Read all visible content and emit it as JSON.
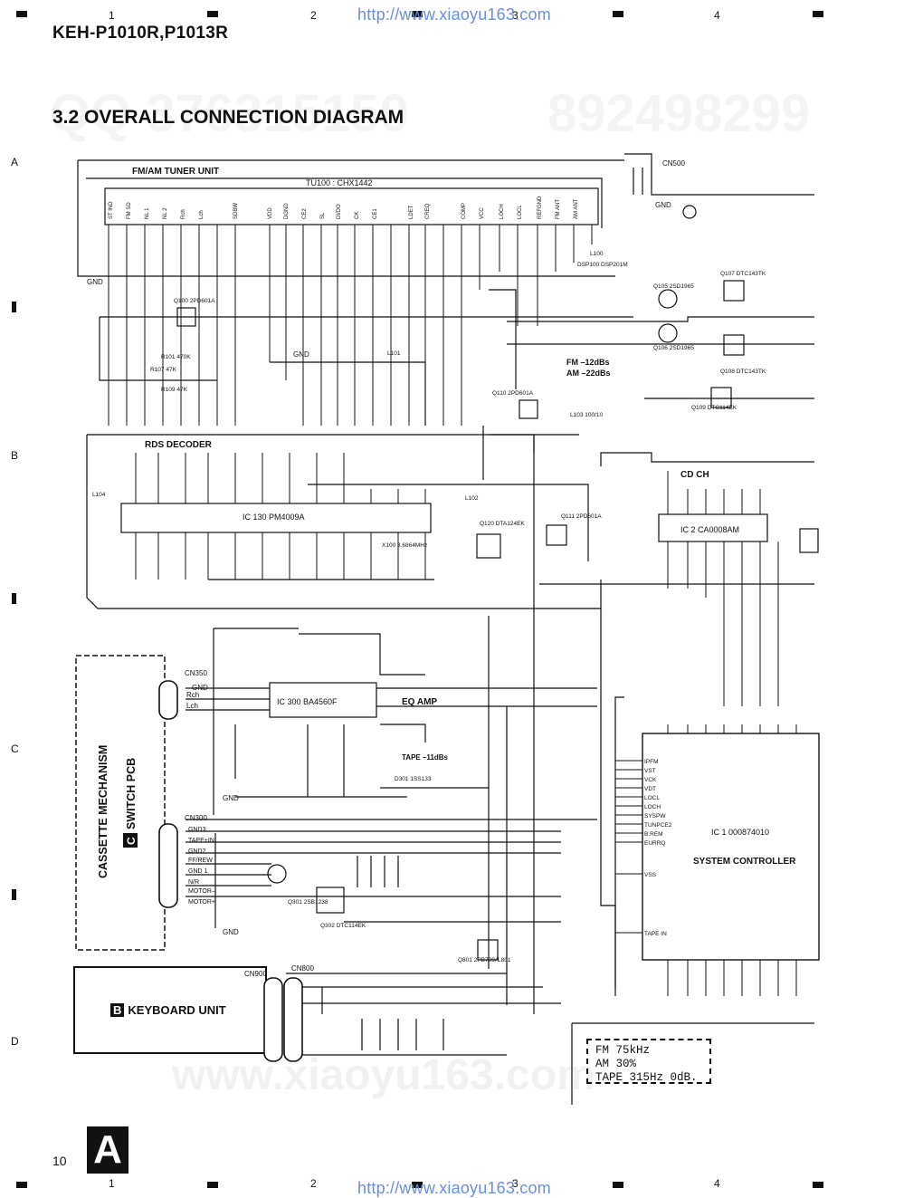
{
  "header": {
    "model": "KEH-P1010R,P1013R",
    "url_top": "http://www.xiaoyu163.com",
    "url_bottom": "http://www.xiaoyu163.com",
    "grid_cols": [
      "1",
      "2",
      "3",
      "4"
    ],
    "grid_rows": [
      "A",
      "B",
      "C",
      "D"
    ]
  },
  "title": "3.2 OVERALL CONNECTION DIAGRAM",
  "watermarks": {
    "qq": "QQ 376315150",
    "num": "892498299",
    "site": "www.xiaoyu163.com"
  },
  "blocks": {
    "tuner_title": "FM/AM TUNER UNIT",
    "tuner_ic": "TU100 : CHX1442",
    "rds_title": "RDS DECODER",
    "rds_ic": "IC 130  PM4009A",
    "eq_ic": "IC 300  BA4560F",
    "eq_label": "EQ AMP",
    "cdch_title": "CD CH",
    "cdch_ic": "IC 2   CA0008AM",
    "syscon_ic": "IC 1   000874010",
    "syscon_label": "SYSTEM CONTROLLER",
    "cassette_title": "CASSETTE MECHANISM",
    "switch_pcb": "SWITCH PCB",
    "switch_badge": "C",
    "keyboard_title": "KEYBOARD UNIT",
    "keyboard_badge": "B"
  },
  "labels": {
    "gnd": "GND",
    "cn350": "CN350",
    "cn300": "CN300",
    "cn900": "CN900",
    "cn800": "CN800",
    "cn500": "CN500",
    "fm_level": "FM –12dBs",
    "am_level": "AM –22dBs",
    "tape_level": "TAPE –11dBs",
    "rch": "Rch",
    "lch": "Lch",
    "cn300_pins": [
      "GND3",
      "TAPE+IN",
      "GND2",
      "FF/REW",
      "GND 1",
      "N/R",
      "MOTOR–",
      "MOTOR+"
    ],
    "syscon_pins": [
      "IPFM",
      "VST",
      "VCK",
      "VDT",
      "LOCL",
      "LOCH",
      "SYSPW",
      "TUNPCE2",
      "B.REM",
      "EURRQ",
      "VSS",
      "TAPE IN"
    ],
    "tuner_pins": [
      "ST IND",
      "FM SD",
      "NL 1",
      "NL 2",
      "Rch",
      "Lch",
      "SDBW",
      "VDD",
      "DGND",
      "CE2",
      "SL",
      "DI/DO",
      "CK",
      "CE1",
      "LDET",
      "CREQ",
      "COMP",
      "VCC",
      "LOCH",
      "LOCL",
      "REFGND",
      "FM ANT",
      "AM ANT"
    ],
    "components": [
      "Q100 2PD601A",
      "R101 470K",
      "R107 47K",
      "R109 47K",
      "L101",
      "Q110 2PD601A",
      "L103 100/10",
      "Q107 DTC143TK",
      "Q108 DTC143TK",
      "Q109 DTC114EK",
      "Q105 2SD1965",
      "Q106 2SD1965",
      "DSP100 DSP201M",
      "L100",
      "Q111 2PD601A",
      "Q120 DTA124EK",
      "X100 3.6864MHz",
      "L102",
      "L104",
      "Q301 2SB1238",
      "Q302 DTC114EK",
      "D301 1SS133",
      "Q801 2PB709A",
      "L801"
    ]
  },
  "note": {
    "line1": "FM 75kHz",
    "line2": "AM 30%",
    "line3": "TAPE 315Hz 0dB."
  },
  "footer": {
    "page_number": "10",
    "section_letter": "A"
  }
}
